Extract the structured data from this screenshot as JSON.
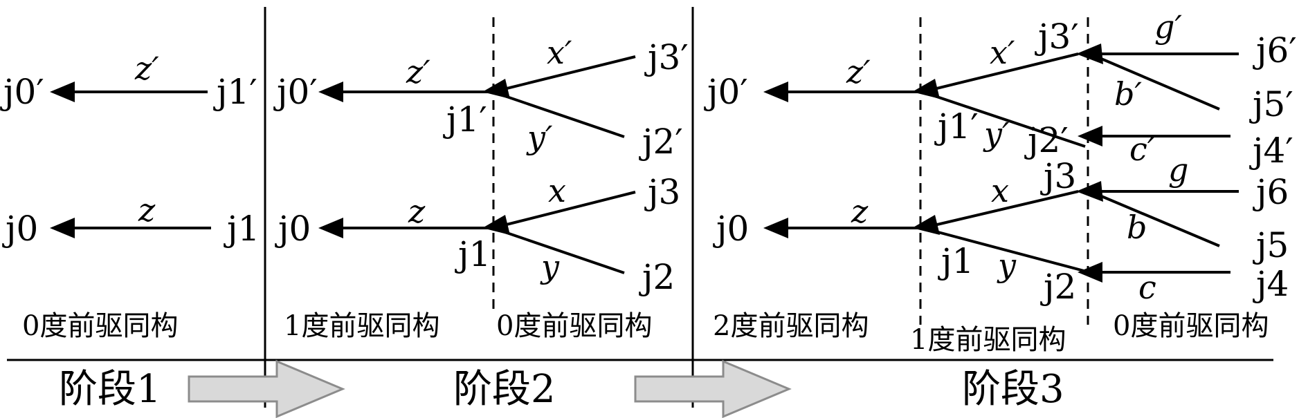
{
  "stage_labels": [
    "阶段1",
    "阶段2",
    "阶段3"
  ],
  "captions": {
    "s1": "0度前驱同构",
    "s2a": "1度前驱同构",
    "s2b": "0度前驱同构",
    "s3a": "2度前驱同构",
    "s3b": "1度前驱同构",
    "s3c": "0度前驱同构"
  },
  "nodes": {
    "s1": [
      "j0′",
      "j1′",
      "j0",
      "j1"
    ],
    "s2": [
      "j0′",
      "j1′",
      "j3′",
      "j2′",
      "j0",
      "j1",
      "j3",
      "j2"
    ],
    "s3": [
      "j0′",
      "j1′",
      "j3′",
      "j2′",
      "j6′",
      "j5′",
      "j4′",
      "j0",
      "j1",
      "j3",
      "j2",
      "j6",
      "j5",
      "j4"
    ]
  },
  "edge_labels": {
    "s1": [
      "z′",
      "z"
    ],
    "s2": [
      "z′",
      "x′",
      "y′",
      "z",
      "x",
      "y"
    ],
    "s3": [
      "z′",
      "x′",
      "y′",
      "g′",
      "b′",
      "c′",
      "z",
      "x",
      "y",
      "g",
      "b",
      "c"
    ]
  }
}
